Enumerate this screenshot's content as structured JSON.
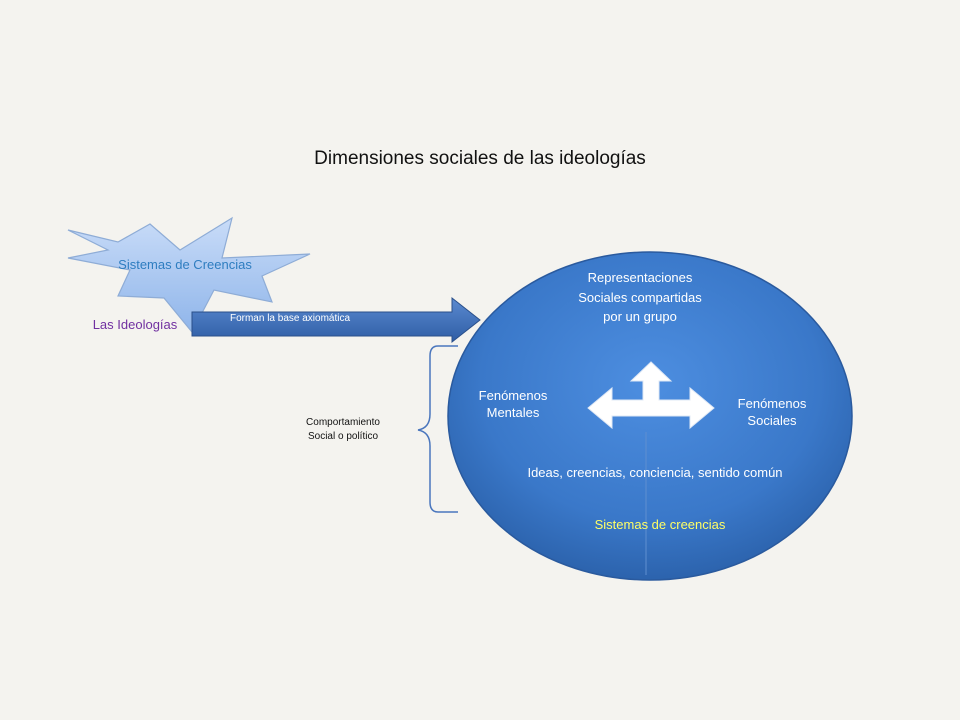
{
  "title": "Dimensiones sociales de las ideologías",
  "star": {
    "label": "Sistemas de Creencias"
  },
  "ideologias": "Las Ideologías",
  "arrow": {
    "label": "Forman la base axiomática"
  },
  "brace": {
    "line1": "Comportamiento",
    "line2": "Social o político"
  },
  "circle": {
    "top_line1": "Representaciones",
    "top_line2": "Sociales compartidas",
    "top_line3": "por un grupo",
    "left_line1": "Fenómenos",
    "left_line2": "Mentales",
    "right_line1": "Fenómenos",
    "right_line2": "Sociales",
    "bottom": "Ideas, creencias, conciencia, sentido común",
    "footer": "Sistemas de creencias"
  },
  "colors": {
    "background": "#f4f3ef",
    "circle_blue": "#3a78c9",
    "star_fill": "#a9c8f2",
    "arrow_fill": "#3d6eb7",
    "footer_text": "#ffff66",
    "ideologias_text": "#7030a0",
    "star_text": "#2e7dc0"
  }
}
